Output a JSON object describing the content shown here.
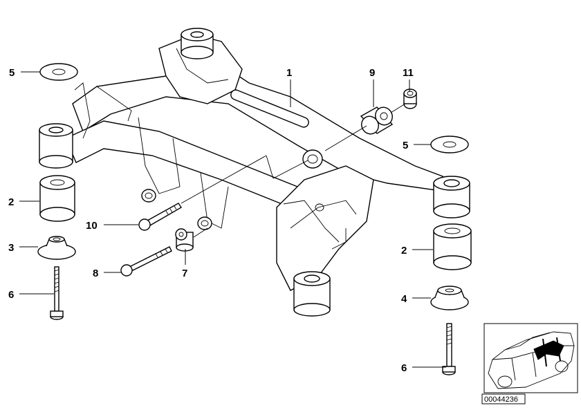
{
  "callouts": [
    {
      "id": "c1",
      "label": "1"
    },
    {
      "id": "c9",
      "label": "9"
    },
    {
      "id": "c11",
      "label": "11"
    },
    {
      "id": "c5a",
      "label": "5"
    },
    {
      "id": "c5b",
      "label": "5"
    },
    {
      "id": "c2a",
      "label": "2"
    },
    {
      "id": "c2b",
      "label": "2"
    },
    {
      "id": "c3",
      "label": "3"
    },
    {
      "id": "c6a",
      "label": "6"
    },
    {
      "id": "c6b",
      "label": "6"
    },
    {
      "id": "c10",
      "label": "10"
    },
    {
      "id": "c8",
      "label": "8"
    },
    {
      "id": "c7",
      "label": "7"
    },
    {
      "id": "c4",
      "label": "4"
    }
  ],
  "reference_number": "00044236"
}
